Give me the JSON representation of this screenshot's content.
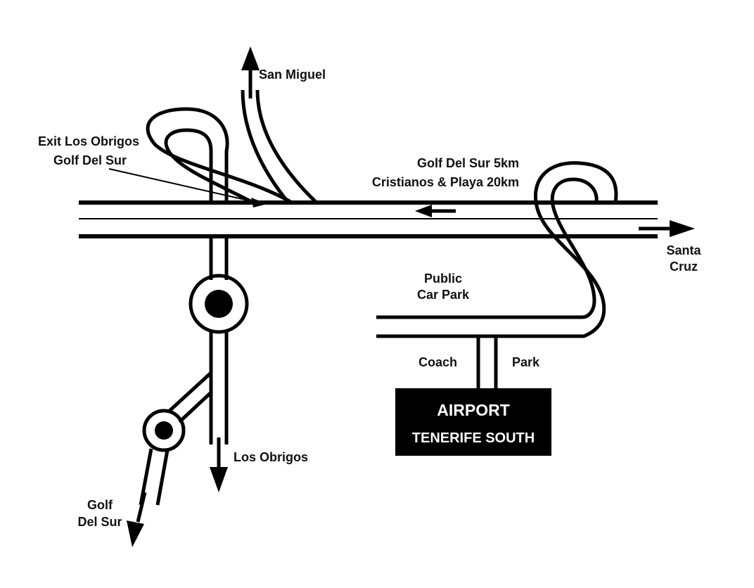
{
  "map": {
    "labels": {
      "san_miguel": "San Miguel",
      "exit_line1": "Exit Los Obrigos",
      "exit_line2": "Golf Del Sur",
      "sign_line1": "Golf Del Sur 5km",
      "sign_line2": "Cristianos & Playa 20km",
      "santa_cruz_line1": "Santa",
      "santa_cruz_line2": "Cruz",
      "car_park_line1": "Public",
      "car_park_line2": "Car Park",
      "coach": "Coach",
      "park": "Park",
      "los_obrigos": "Los Obrigos",
      "golf_line1": "Golf",
      "golf_line2": "Del Sur"
    },
    "airport": {
      "line1": "AIRPORT",
      "line2": "TENERIFE SOUTH"
    },
    "colors": {
      "road": "#000000",
      "background": "#ffffff",
      "airport_box": "#000000",
      "airport_text": "#ffffff"
    }
  }
}
